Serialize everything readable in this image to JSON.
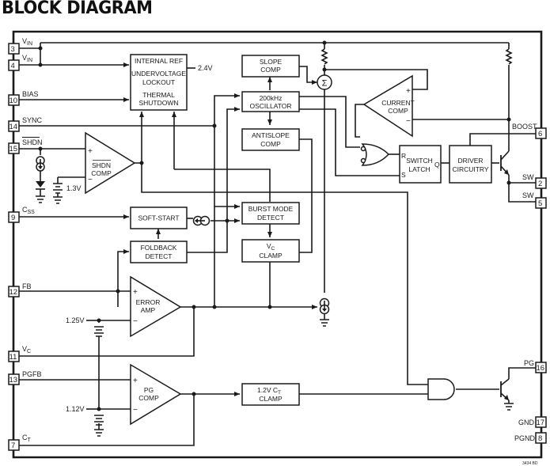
{
  "title": "BLOCK DIAGRAM",
  "figure_id": "3434 BD",
  "pins": [
    {
      "num": "3",
      "name": "VIN",
      "sub": "IN",
      "main": "V"
    },
    {
      "num": "4",
      "name": "VIN",
      "sub": "IN",
      "main": "V"
    },
    {
      "num": "10",
      "name": "BIAS"
    },
    {
      "num": "14",
      "name": "SYNC"
    },
    {
      "num": "15",
      "name": "SHDN",
      "overbar": true
    },
    {
      "num": "9",
      "name": "CSS",
      "main": "C",
      "sub": "SS"
    },
    {
      "num": "12",
      "name": "FB"
    },
    {
      "num": "11",
      "name": "VC",
      "main": "V",
      "sub": "C"
    },
    {
      "num": "13",
      "name": "PGFB"
    },
    {
      "num": "7",
      "name": "CT",
      "main": "C",
      "sub": "T"
    },
    {
      "num": "6",
      "name": "BOOST"
    },
    {
      "num": "2",
      "name": "SW"
    },
    {
      "num": "5",
      "name": "SW"
    },
    {
      "num": "16",
      "name": "PG"
    },
    {
      "num": "17",
      "name": "GND"
    },
    {
      "num": "8",
      "name": "PGND"
    }
  ],
  "blocks": {
    "internal_ref": [
      "INTERNAL REF",
      "UNDERVOLTAGE",
      "LOCKOUT",
      "THERMAL",
      "SHUTDOWN"
    ],
    "ref_voltage": "2.4V",
    "slope_comp": [
      "SLOPE",
      "COMP"
    ],
    "oscillator": [
      "200kHz",
      "OSCILLATOR"
    ],
    "antislope_comp": [
      "ANTISLOPE",
      "COMP"
    ],
    "current_comp": [
      "CURRENT",
      "COMP"
    ],
    "shdn_comp": [
      "SHDN",
      "COMP"
    ],
    "shdn_ref": "1.3V",
    "soft_start": "SOFT-START",
    "burst_mode": [
      "BURST MODE",
      "DETECT"
    ],
    "foldback": [
      "FOLDBACK",
      "DETECT"
    ],
    "vc_clamp": [
      "V",
      "C",
      "CLAMP"
    ],
    "error_amp": [
      "ERROR",
      "AMP"
    ],
    "error_ref": "1.25V",
    "pg_comp": [
      "PG",
      "COMP"
    ],
    "pg_ref": "1.12V",
    "ct_clamp": [
      "1.2V C",
      "T",
      "CLAMP"
    ],
    "switch_latch": [
      "SWITCH",
      "LATCH"
    ],
    "latch_r": "R",
    "latch_s": "S",
    "latch_q": "Q",
    "driver": [
      "DRIVER",
      "CIRCUITRY"
    ],
    "sigma": "Σ",
    "plus": "+",
    "minus": "−"
  }
}
